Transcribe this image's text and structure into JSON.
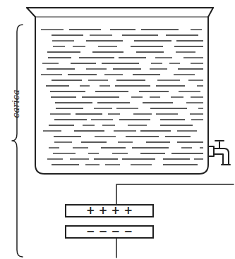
{
  "diagram": {
    "nodes": [
      {
        "text": [
          "+ + + +"
        ]
      },
      {
        "text": [
          "− − − −"
        ]
      }
    ],
    "labels": [
      "carica"
    ]
  }
}
